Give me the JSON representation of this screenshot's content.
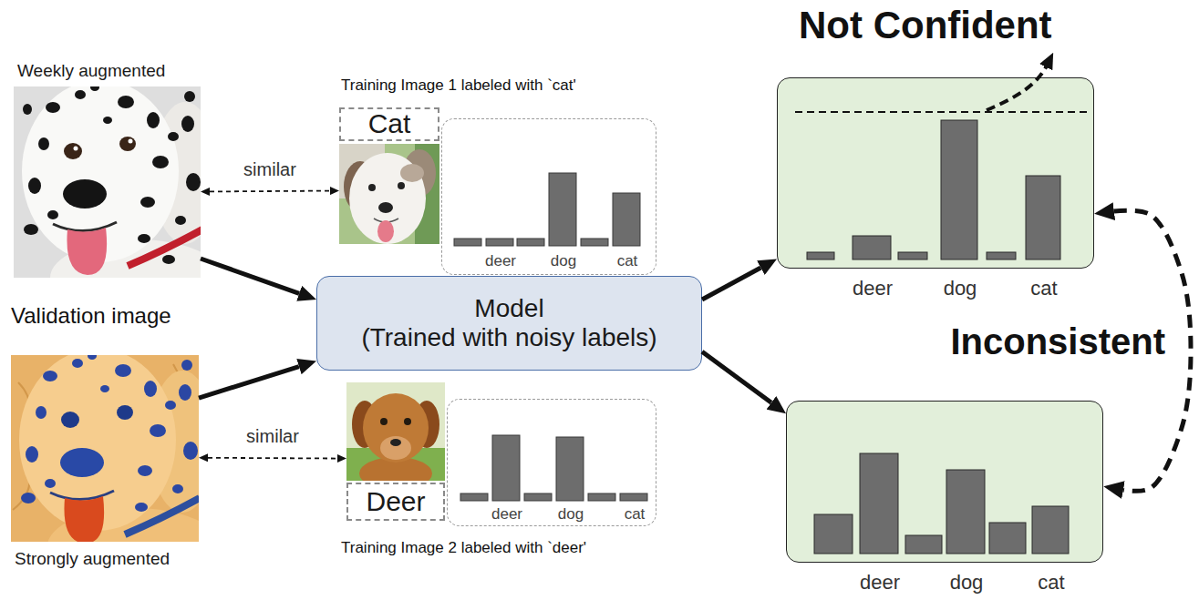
{
  "diagram": {
    "nodes": [
      {
        "text": [
          "Weekly augmented"
        ]
      },
      {
        "text": [
          "Cat"
        ]
      },
      {
        "text": [
          "deer",
          "dog",
          "cat"
        ]
      },
      {
        "text": [
          "Model",
          "(Trained with noisy labels)"
        ]
      },
      {
        "text": [
          "Strongly augmented"
        ]
      },
      {
        "text": [
          "Deer"
        ]
      },
      {
        "text": [
          "deer",
          "dog",
          "cat"
        ]
      },
      {
        "text": [
          "deer",
          "dog",
          "cat"
        ]
      },
      {
        "text": [
          "deer",
          "dog",
          "cat"
        ]
      }
    ],
    "edges": [
      {
        "from": 0,
        "to": 1,
        "arrow": "both",
        "label": "similar"
      },
      {
        "from": 4,
        "to": 5,
        "arrow": "both",
        "label": "similar"
      },
      {
        "from": 0,
        "to": 3,
        "arrow": "to"
      },
      {
        "from": 4,
        "to": 3,
        "arrow": "to"
      },
      {
        "from": 3,
        "to": 7,
        "arrow": "to"
      },
      {
        "from": 3,
        "to": 8,
        "arrow": "to"
      },
      {
        "from": 7,
        "to": 8,
        "arrow": "both",
        "label": "Inconsistent"
      }
    ],
    "labels": [
      "Not Confident",
      "Training Image 1 labeled with `cat'",
      "Validation image",
      "Training Image 2 labeled with `deer'"
    ]
  }
}
